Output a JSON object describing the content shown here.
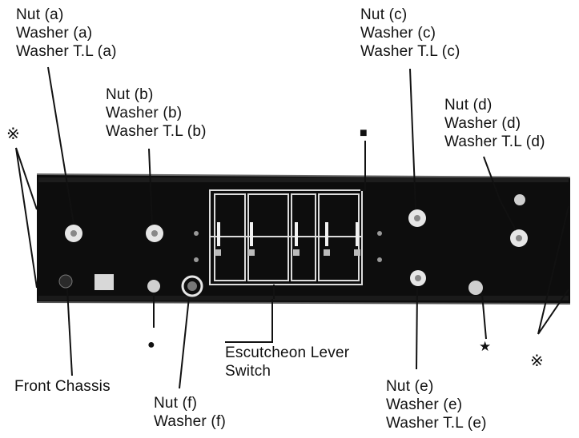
{
  "labels": {
    "nut_a": [
      "Nut (a)",
      "Washer (a)",
      "Washer T.L (a)"
    ],
    "nut_b": [
      "Nut (b)",
      "Washer (b)",
      "Washer T.L (b)"
    ],
    "nut_c": [
      "Nut (c)",
      "Washer (c)",
      "Washer T.L (c)"
    ],
    "nut_d": [
      "Nut (d)",
      "Washer (d)",
      "Washer T.L (d)"
    ],
    "nut_e": [
      "Nut (e)",
      "Washer (e)",
      "Washer T.L (e)"
    ],
    "nut_f": [
      "Nut (f)",
      "Washer (f)"
    ],
    "front_chassis": "Front Chassis",
    "escutcheon": [
      "Escutcheon Lever",
      "Switch"
    ]
  },
  "symbols": {
    "reference_mark": "※",
    "square": "■",
    "dot": "●",
    "star": "★"
  },
  "colors": {
    "panel": "#0d0d0d",
    "ink": "#111111",
    "hardware": "#e6e6e6"
  }
}
